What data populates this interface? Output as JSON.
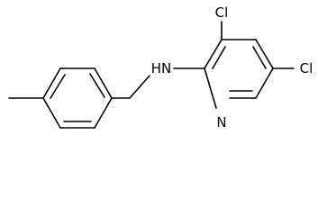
{
  "structure": {
    "atoms": {
      "cl_top": "Cl",
      "cl_right": "Cl",
      "nh": "HN",
      "n_ring": "N"
    }
  }
}
